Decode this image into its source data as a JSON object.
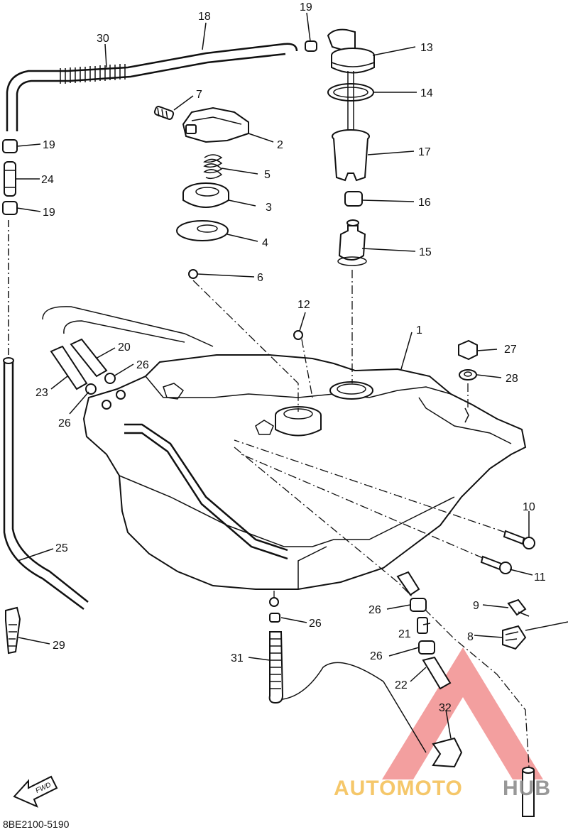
{
  "diagram": {
    "labels": [
      "1",
      "2",
      "3",
      "4",
      "5",
      "6",
      "7",
      "8",
      "9",
      "10",
      "11",
      "12",
      "13",
      "14",
      "15",
      "16",
      "17",
      "18",
      "19",
      "19",
      "19",
      "20",
      "21",
      "22",
      "23",
      "24",
      "25",
      "26",
      "26",
      "26",
      "26",
      "26",
      "27",
      "28",
      "29",
      "30",
      "31",
      "32"
    ],
    "drawing_code": "8BE2100-5190",
    "direction_marker": "FWD"
  },
  "watermark": {
    "brand_part1": "AUTOMOTO",
    "brand_part2": "HUB",
    "color_primary": "#f5c25a",
    "color_secondary": "#8d8d8d",
    "triangle_color": "#f08080"
  }
}
